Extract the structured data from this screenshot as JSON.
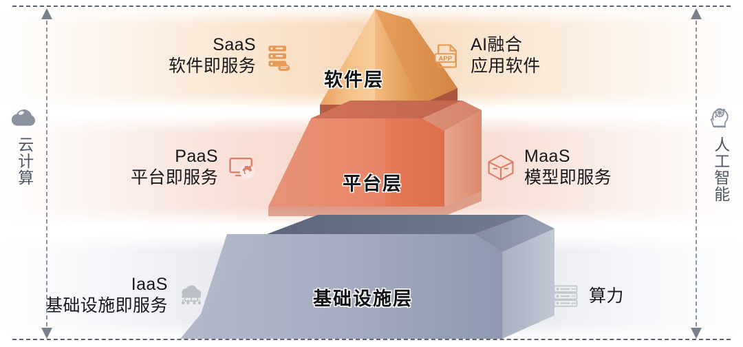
{
  "diagram": {
    "title": "Cloud computing / AI three-tier pyramid",
    "colors": {
      "software_tier": "#f0b378",
      "platform_tier": "#e4846a",
      "infrastructure_tier": "#9aa2b8",
      "band_software": "#f7d8ba",
      "band_platform": "#f6d4c8",
      "band_infrastructure": "#dfe2ea",
      "rail": "#79818f",
      "frame_dash": "#59616e",
      "side_text": "#4f5765"
    }
  },
  "left_rail": {
    "icon": "cloud-icon",
    "label": "云计算",
    "arrow_up": "arrow-up",
    "arrow_down": "arrow-down"
  },
  "right_rail": {
    "icon": "ai-head-icon",
    "label": "人工智能",
    "arrow_up": "arrow-up",
    "arrow_down": "arrow-down"
  },
  "tiers": [
    {
      "id": "software",
      "caption": "软件层",
      "band_color": "#f7d8ba",
      "shape_color": "#f0b378"
    },
    {
      "id": "platform",
      "caption": "平台层",
      "band_color": "#f6d4c8",
      "shape_color": "#e4846a"
    },
    {
      "id": "infrastructure",
      "caption": "基础设施层",
      "band_color": "#dfe2ea",
      "shape_color": "#9aa2b8"
    }
  ],
  "callouts": {
    "saas": {
      "line1": "SaaS",
      "line2": "软件即服务",
      "icon": "server-cloud-icon",
      "side": "left"
    },
    "ai": {
      "line1": "AI融合",
      "line2": "应用软件",
      "icon": "app-document-icon",
      "side": "right"
    },
    "paas": {
      "line1": "PaaS",
      "line2": "平台即服务",
      "icon": "monitor-gear-icon",
      "side": "left"
    },
    "maas": {
      "line1": "MaaS",
      "line2": "模型即服务",
      "icon": "cube-icon",
      "side": "right"
    },
    "iaas": {
      "line1": "IaaS",
      "line2": "基础设施即服务",
      "icon": "cloud-network-icon",
      "side": "left"
    },
    "power": {
      "line1": "",
      "line2": "算力",
      "icon": "server-rack-icon",
      "side": "right"
    }
  }
}
